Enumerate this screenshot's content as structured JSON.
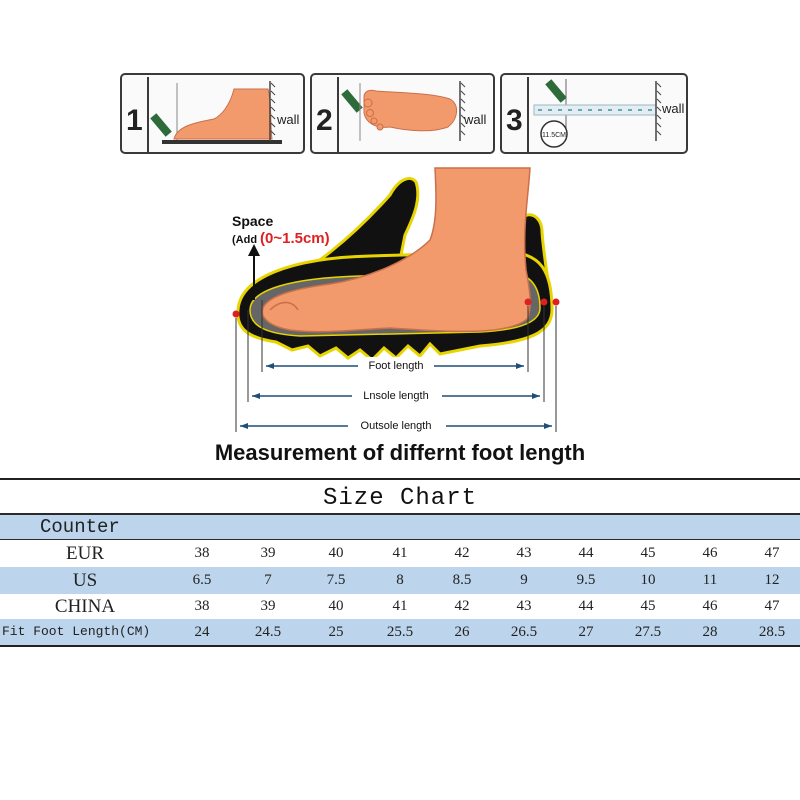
{
  "steps": [
    {
      "number": "1",
      "wall_label": "wall"
    },
    {
      "number": "2",
      "wall_label": "wall"
    },
    {
      "number": "3",
      "wall_label": "wall",
      "ruler_label": "11.5CM"
    }
  ],
  "diagram": {
    "space_label": "Space",
    "add_prefix": "(Add",
    "add_range": "(0~1.5cm)",
    "foot_length": "Foot length",
    "insole_length": "Lnsole length",
    "outsole_length": "Outsole length"
  },
  "heading": "Measurement of differnt foot length",
  "size_chart": {
    "title": "Size Chart",
    "counter_label": "Counter",
    "rows": [
      {
        "label": "EUR",
        "values": [
          "38",
          "39",
          "40",
          "41",
          "42",
          "43",
          "44",
          "45",
          "46",
          "47"
        ]
      },
      {
        "label": "US",
        "values": [
          "6.5",
          "7",
          "7.5",
          "8",
          "8.5",
          "9",
          "9.5",
          "10",
          "11",
          "12"
        ]
      },
      {
        "label": "CHINA",
        "values": [
          "38",
          "39",
          "40",
          "41",
          "42",
          "43",
          "44",
          "45",
          "46",
          "47"
        ]
      },
      {
        "label": "Fit Foot Length(CM)",
        "values": [
          "24",
          "24.5",
          "25",
          "25.5",
          "26",
          "26.5",
          "27",
          "27.5",
          "28",
          "28.5"
        ]
      }
    ]
  },
  "colors": {
    "row_highlight": "#bcd4ec",
    "skin": "#f29a6c",
    "accent_red": "#e02020",
    "sole": "#111111"
  }
}
